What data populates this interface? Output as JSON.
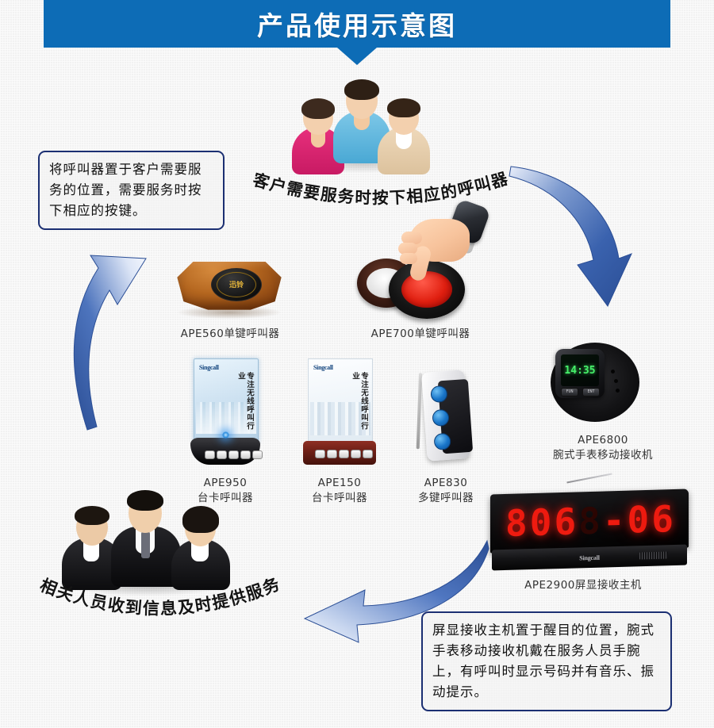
{
  "banner": {
    "title": "产品使用示意图",
    "color": "#0d6cb6"
  },
  "callouts": [
    {
      "id": "callout-1",
      "text": "将呼叫器置于客户需要服务的位置，需要服务时按下相应的按键。"
    },
    {
      "id": "callout-2",
      "text": "屏显接收主机置于醒目的位置，腕式手表移动接收机戴在服务人员手腕上，有呼叫时显示号码并有音乐、振动提示。"
    }
  ],
  "arc_texts": {
    "top": "客户需要服务时按下相应的呼叫器",
    "bottom": "相关人员收到信息及时提供服务"
  },
  "products": {
    "ape560": {
      "caption": "APE560单键呼叫器",
      "button_glyph": "迅铃"
    },
    "ape700": {
      "caption": "APE700单键呼叫器"
    },
    "ape950": {
      "caption_model": "APE950",
      "caption_type": "台卡呼叫器",
      "brand": "Singcall",
      "tagline": "专注无线呼叫行业"
    },
    "ape150": {
      "caption_model": "APE150",
      "caption_type": "台卡呼叫器",
      "brand": "Singcall",
      "tagline": "专注无线呼叫行业"
    },
    "ape830": {
      "caption_model": "APE830",
      "caption_type": "多键呼叫器"
    },
    "ape6800": {
      "caption_model": "APE6800",
      "caption_type": "腕式手表移动接收机",
      "screen_time": "14:35",
      "button_left": "FUN",
      "button_right": "ENT"
    },
    "ape2900": {
      "caption": "APE2900屏显接收主机",
      "display": "806-06",
      "display_digits": [
        "8",
        "0",
        "6",
        "8",
        "-",
        "0",
        "6"
      ],
      "brand": "Singcall",
      "led_color": "#ee1b10"
    }
  },
  "colors": {
    "banner_blue": "#0d6cb6",
    "arrow_blue": "#4a6fb5",
    "callout_border": "#1b2f72",
    "background": "#f2f2f2"
  }
}
